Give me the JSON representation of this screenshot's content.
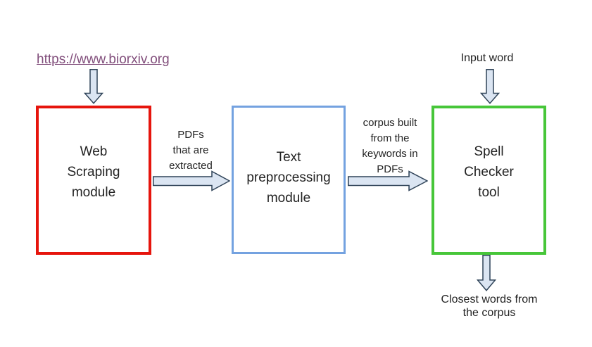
{
  "link": {
    "text": "https://www.biorxiv.org",
    "color": "#824f7c"
  },
  "boxes": {
    "web_scraping": {
      "lines": [
        "Web",
        "Scraping",
        "module"
      ],
      "border_color": "#e6150d"
    },
    "text_preprocessing": {
      "lines": [
        "Text",
        "preprocessing",
        "module"
      ],
      "border_color": "#74a2e0"
    },
    "spell_checker": {
      "lines": [
        "Spell",
        "Checker",
        "tool"
      ],
      "border_color": "#47c639"
    }
  },
  "arrow_labels": {
    "pdfs": [
      "PDFs",
      "that are",
      "extracted"
    ],
    "corpus": [
      "corpus built",
      "from the",
      "keywords in",
      "PDFs"
    ]
  },
  "io_labels": {
    "input": "Input word",
    "output": [
      "Closest words from",
      "the corpus"
    ]
  },
  "colors": {
    "background": "#ffffff",
    "text": "#232323",
    "arrow_fill": "#dbe5f2",
    "arrow_stroke": "#2f4358"
  }
}
